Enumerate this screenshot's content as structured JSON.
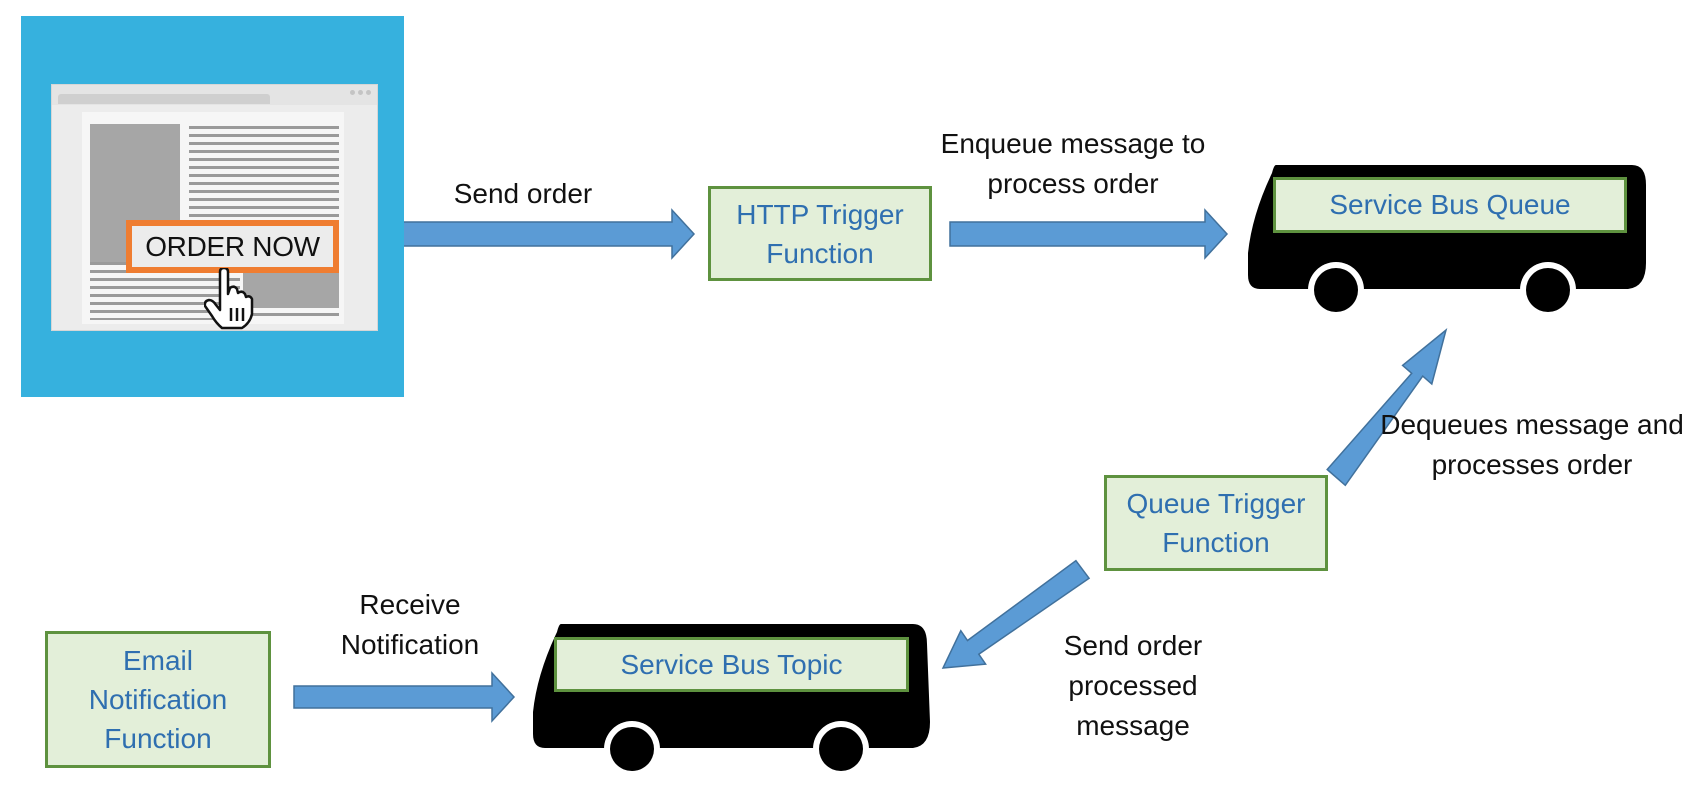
{
  "web_page": {
    "order_button_label": "ORDER NOW"
  },
  "nodes": {
    "http_trigger": {
      "lines": [
        "HTTP Trigger",
        "Function"
      ]
    },
    "queue_trigger": {
      "lines": [
        "Queue Trigger",
        "Function"
      ]
    },
    "email_notification": {
      "lines": [
        "Email",
        "Notification",
        "Function"
      ]
    },
    "service_bus_queue": {
      "label": "Service Bus Queue"
    },
    "service_bus_topic": {
      "label": "Service Bus Topic"
    }
  },
  "edge_labels": {
    "send_order": [
      "Send order"
    ],
    "enqueue": [
      "Enqueue message to",
      "process order"
    ],
    "dequeue": [
      "Dequeues message and",
      "processes order"
    ],
    "send_processed": [
      "Send order",
      "processed",
      "message"
    ],
    "receive_notification": [
      "Receive",
      "Notification"
    ]
  },
  "colors": {
    "panel_blue": "#36b1de",
    "arrow_fill": "#5b9bd5",
    "arrow_stroke": "#41719c",
    "box_fill": "#e3efd9",
    "box_border": "#5e923f",
    "box_text": "#2f6fb0",
    "button_border": "#ef7d31"
  }
}
